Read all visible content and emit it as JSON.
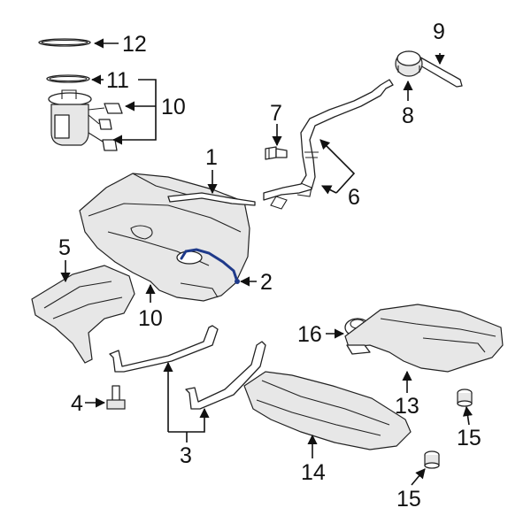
{
  "callouts": {
    "c1": "1",
    "c2": "2",
    "c3": "3",
    "c4": "4",
    "c5": "5",
    "c6": "6",
    "c7": "7",
    "c8": "8",
    "c9": "9",
    "c10_upper": "10",
    "c10_lower": "10",
    "c11": "11",
    "c12": "12",
    "c13": "13",
    "c14": "14",
    "c15_right": "15",
    "c15_bottom": "15",
    "c16": "16"
  },
  "colors": {
    "highlight_line": "#1f3a8a",
    "line": "#222222",
    "shade": "#e7e7e7"
  }
}
